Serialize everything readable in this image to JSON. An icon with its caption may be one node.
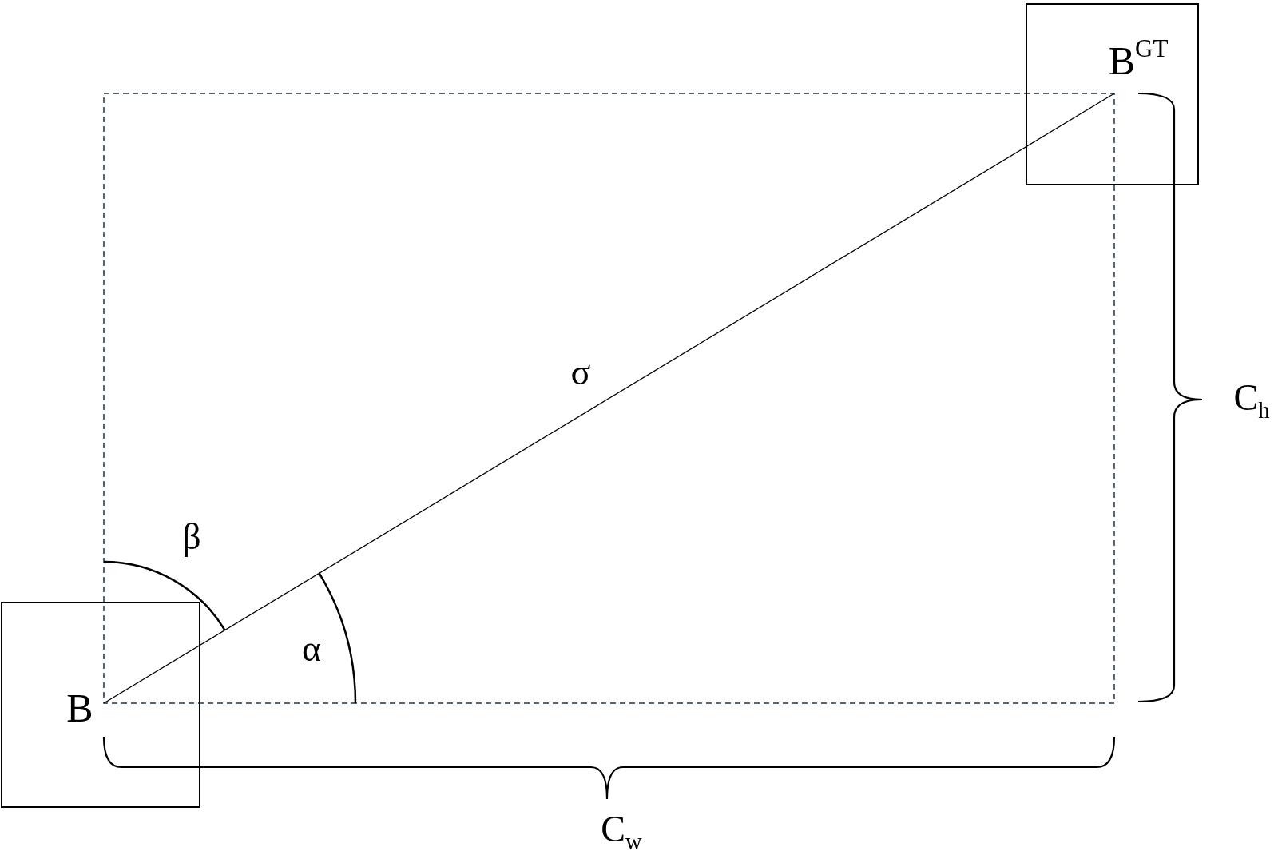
{
  "diagram": {
    "nodes": [
      {
        "text": [
          "B"
        ]
      },
      {
        "text": [
          "B$^{GT}$"
        ]
      }
    ],
    "labels": [
      "σ",
      "β",
      "α",
      "C$_{h}$",
      "C$_{w}$"
    ]
  }
}
